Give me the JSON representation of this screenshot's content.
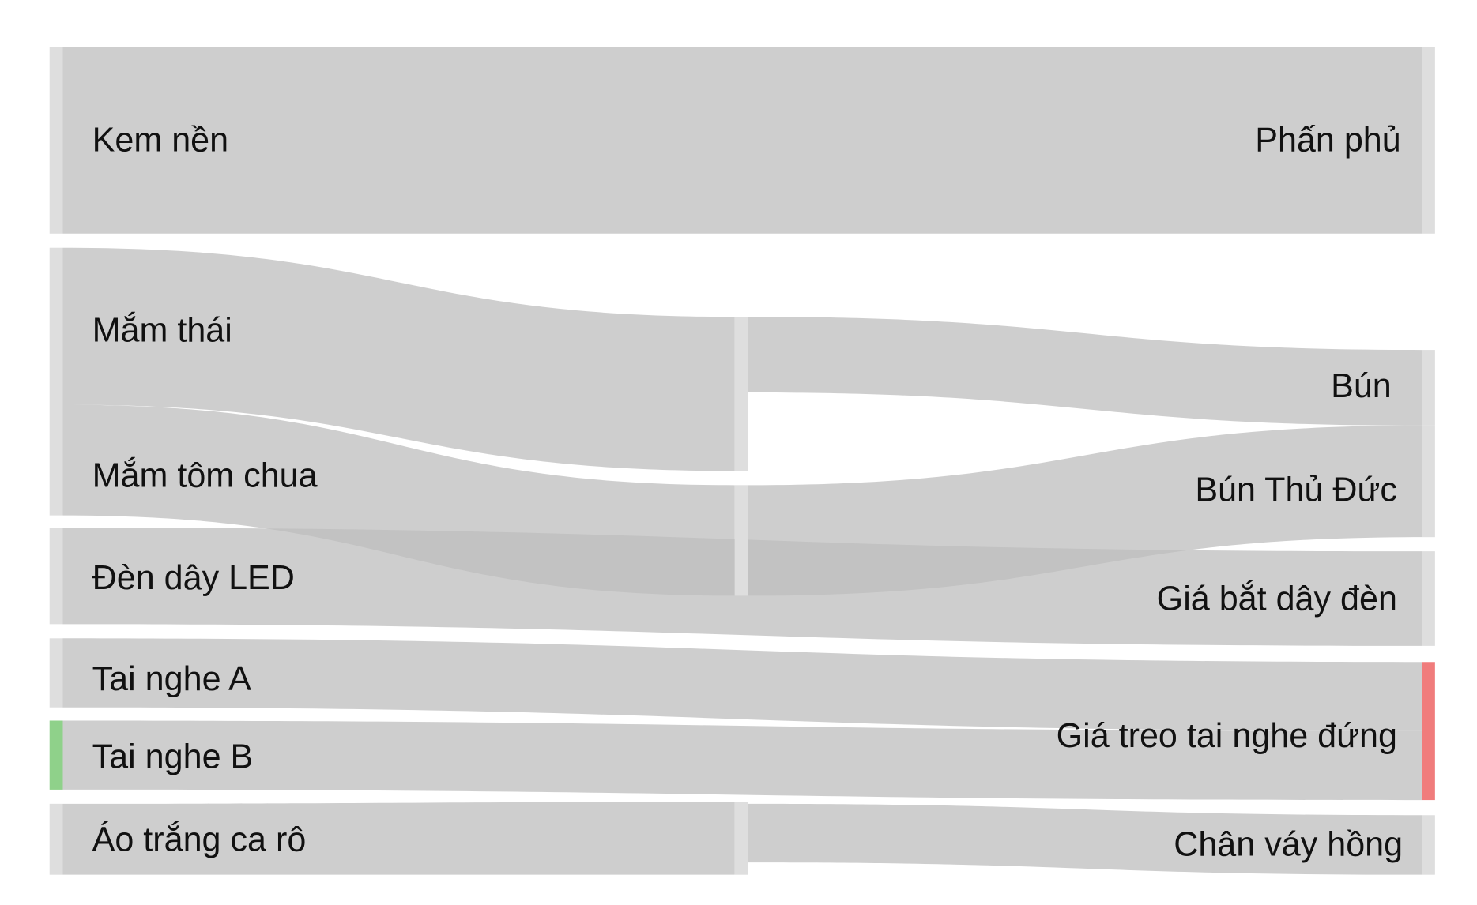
{
  "chart_data": {
    "type": "sankey",
    "title": "",
    "nodes": [
      {
        "id": "kem",
        "label": "Kem nền",
        "column": 0
      },
      {
        "id": "mamthai",
        "label": "Mắm thái",
        "column": 0
      },
      {
        "id": "mamtom",
        "label": "Mắm tôm chua",
        "column": 0
      },
      {
        "id": "den",
        "label": "Đèn dây LED",
        "column": 0,
        "color": "#dedede"
      },
      {
        "id": "taiA",
        "label": "Tai nghe A",
        "column": 0
      },
      {
        "id": "taiB",
        "label": "Tai nghe B",
        "column": 0,
        "color": "#8fd18a"
      },
      {
        "id": "ao",
        "label": "Áo trắng ca rô",
        "column": 0
      },
      {
        "id": "mid1",
        "label": "",
        "column": 1
      },
      {
        "id": "mid2",
        "label": "",
        "column": 1
      },
      {
        "id": "mid3",
        "label": "",
        "column": 1
      },
      {
        "id": "phan",
        "label": "Phấn phủ",
        "column": 2
      },
      {
        "id": "bun",
        "label": "Bún",
        "column": 2
      },
      {
        "id": "bunTD",
        "label": "Bún Thủ Đức",
        "column": 2
      },
      {
        "id": "giabat",
        "label": "Giá bắt dây đèn",
        "column": 2
      },
      {
        "id": "giatreo",
        "label": "Giá treo tai nghe đứng",
        "column": 2,
        "color": "#f07c7c"
      },
      {
        "id": "chanvay",
        "label": "Chân váy hồng",
        "column": 2
      }
    ],
    "links": [
      {
        "source": "kem",
        "target": "phan",
        "value": 197
      },
      {
        "source": "mamthai",
        "target": "mid1",
        "value": 165
      },
      {
        "source": "mamtom",
        "target": "mid2",
        "value": 117
      },
      {
        "source": "mid1",
        "target": "bun",
        "value": 80
      },
      {
        "source": "mid2",
        "target": "bunTD",
        "value": 117
      },
      {
        "source": "den",
        "target": "giabat",
        "value": 101
      },
      {
        "source": "taiA",
        "target": "giatreo",
        "value": 73
      },
      {
        "source": "taiB",
        "target": "giatreo",
        "value": 73
      },
      {
        "source": "ao",
        "target": "mid3",
        "value": 75
      },
      {
        "source": "mid3",
        "target": "chanvay",
        "value": 63
      }
    ],
    "link_color": "#cccccc",
    "node_color": "#dedede"
  }
}
